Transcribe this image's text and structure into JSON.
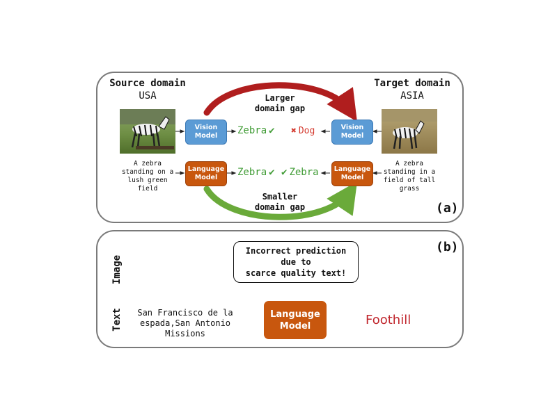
{
  "panel_a": {
    "label": "(a)",
    "source": {
      "title": "Source domain",
      "region": "USA"
    },
    "target": {
      "title": "Target domain",
      "region": "ASIA"
    },
    "larger_gap": "Larger\ndomain gap",
    "smaller_gap": "Smaller\ndomain gap",
    "vision_model_label": "Vision\nModel",
    "language_model_label": "Language\nModel",
    "source_caption": "A zebra\nstanding on a\nlush green\nfield",
    "target_caption": "A zebra\nstanding in a\nfield of tall\ngrass",
    "vision_source_pred": "Zebra",
    "vision_target_pred": "Dog",
    "language_source_pred": "Zebra",
    "language_target_pred": "Zebra"
  },
  "panel_b": {
    "label": "(b)",
    "image_row_label": "Image",
    "text_row_label": "Text",
    "note": "Incorrect prediction\ndue to\nscarce quality text!",
    "query_text": "San Francisco de la\nespada,San Antonio\nMissions",
    "language_model_label": "Language\nModel",
    "prediction": "Foothill"
  },
  "colors": {
    "vision_blue": "#5b9bd5",
    "language_orange": "#c8570e",
    "correct_green": "#3f9b34",
    "wrong_red": "#d43a2f",
    "larger_gap_arrow": "#b01e1e",
    "smaller_gap_arrow": "#6aaa3a"
  },
  "icons": {
    "check": "check-icon",
    "cross": "cross-icon",
    "lock": "lock-icon"
  }
}
